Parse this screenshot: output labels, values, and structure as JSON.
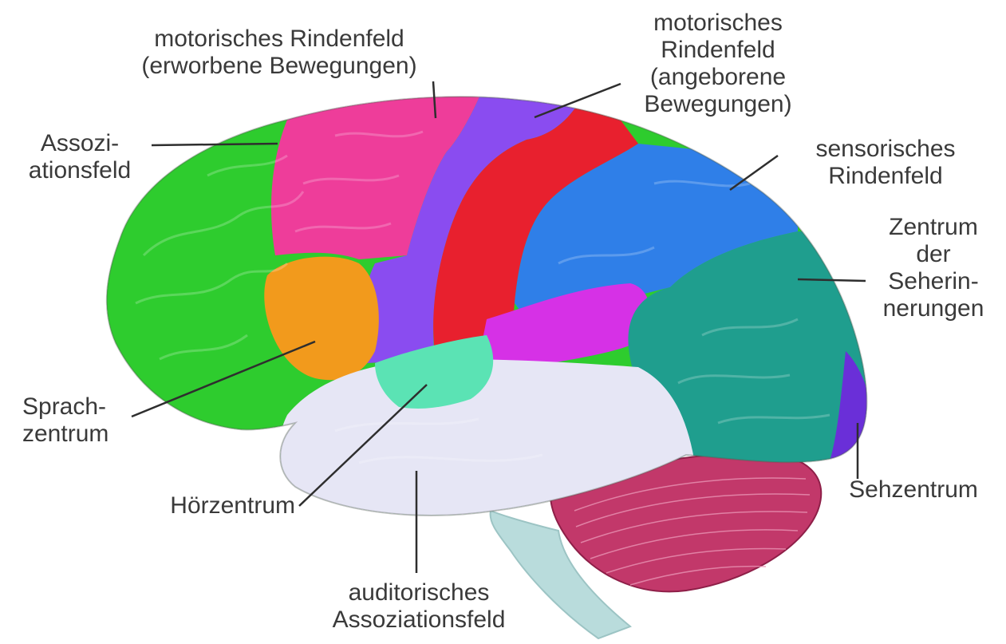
{
  "colors": {
    "association_field": "#2ecc2e",
    "motor_acquired": "#ee3d9a",
    "motor_innate": "#8a4cf0",
    "motor_strip_red": "#e8202e",
    "sensory_field": "#2f7fe8",
    "visual_memory": "#1f9e8e",
    "speech_center": "#f29a1c",
    "auditory_center": "#5be3b4",
    "auditory_association": "#e6e6f5",
    "visual_center": "#6a2fd8",
    "cerebellum": "#c2386a",
    "brainstem": "#b9dcdc",
    "temporal_magenta": "#d631e6"
  },
  "labels": {
    "motor_acquired": [
      "motorisches Rindenfeld",
      "(erworbene Bewegungen)"
    ],
    "motor_innate": [
      "motorisches",
      "Rindenfeld",
      "(angeborene",
      "Bewegungen)"
    ],
    "association": [
      "Assozi-",
      "ationsfeld"
    ],
    "sensory": [
      "sensorisches",
      "Rindenfeld"
    ],
    "visual_memory": [
      "Zentrum",
      "der",
      "Seherin-",
      "nerungen"
    ],
    "speech": [
      "Sprach-",
      "zentrum"
    ],
    "hearing": [
      "Hörzentrum"
    ],
    "visual_center": [
      "Sehzentrum"
    ],
    "auditory_association": [
      "auditorisches",
      "Assoziationsfeld"
    ]
  }
}
